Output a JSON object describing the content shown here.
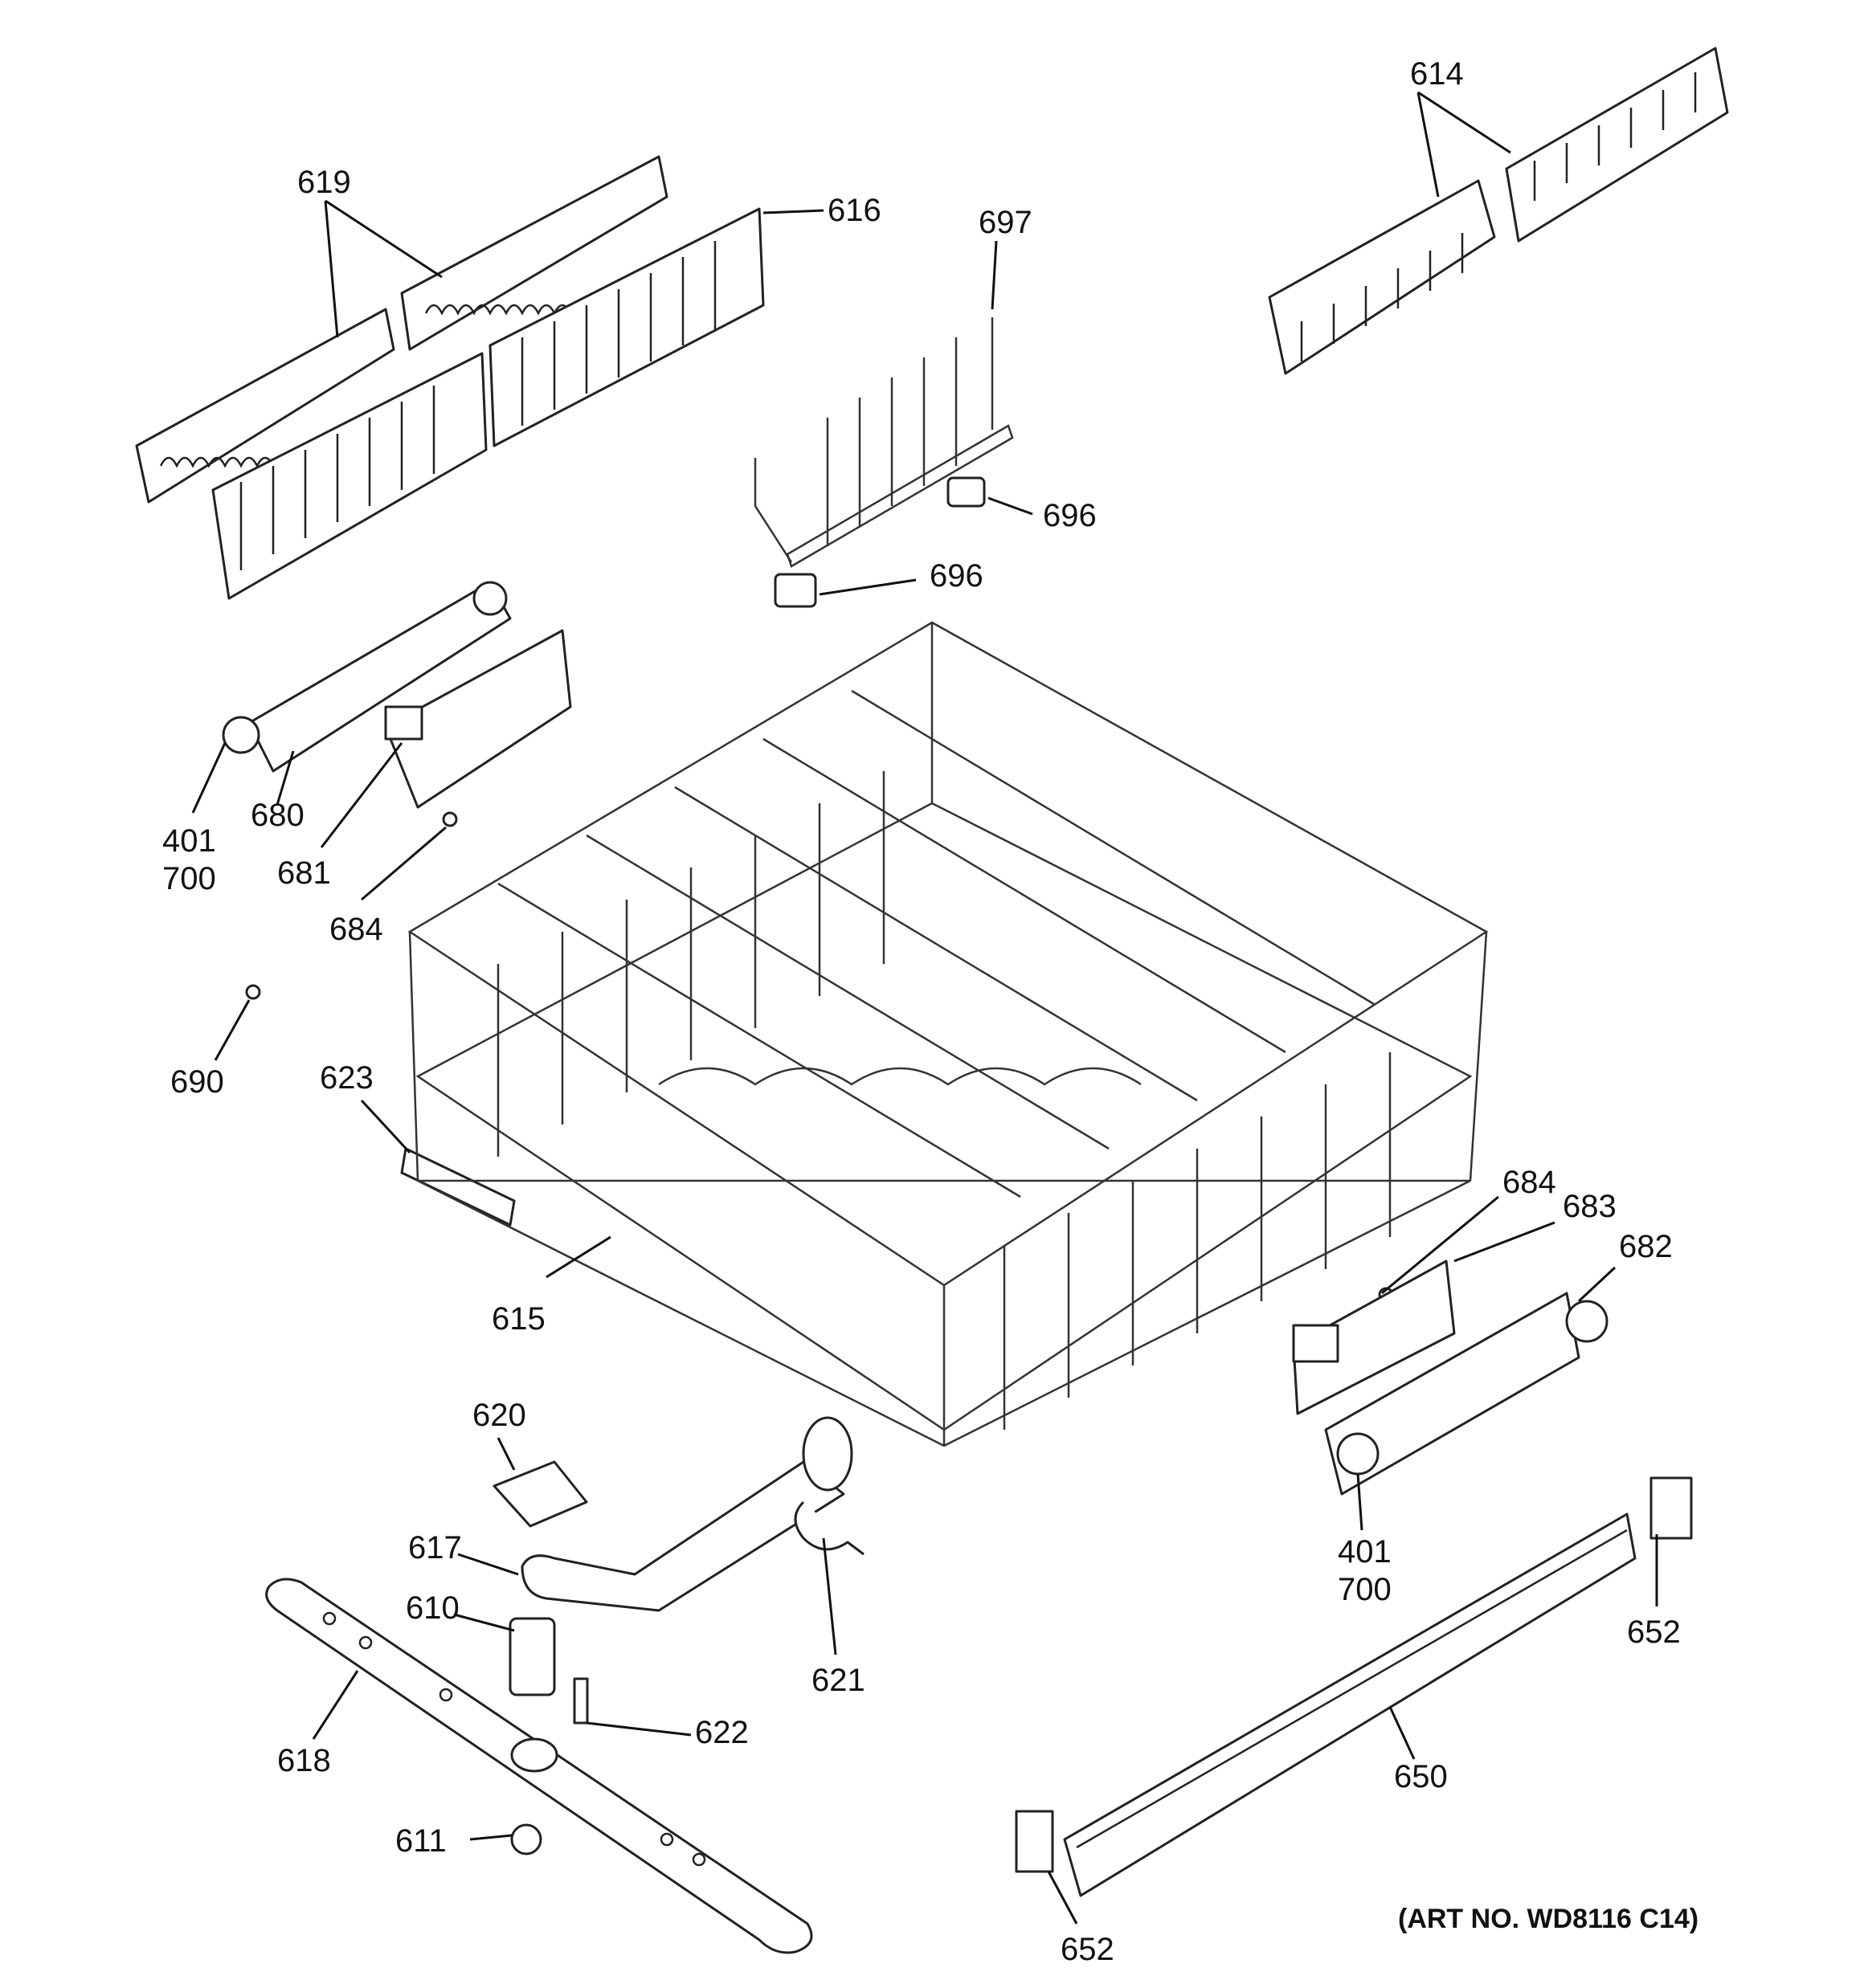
{
  "diagram": {
    "art_no": "(ART NO. WD8116 C14)",
    "labels": {
      "l619": "619",
      "l616": "616",
      "l697": "697",
      "l614": "614",
      "l696a": "696",
      "l696b": "696",
      "l401a": "401",
      "l700a": "700",
      "l680": "680",
      "l681": "681",
      "l684a": "684",
      "l690": "690",
      "l623": "623",
      "l615": "615",
      "l684b": "684",
      "l683": "683",
      "l682": "682",
      "l620": "620",
      "l617": "617",
      "l610": "610",
      "l621": "621",
      "l622": "622",
      "l618": "618",
      "l611": "611",
      "l401b": "401",
      "l700b": "700",
      "l652a": "652",
      "l650": "650",
      "l652b": "652"
    }
  }
}
